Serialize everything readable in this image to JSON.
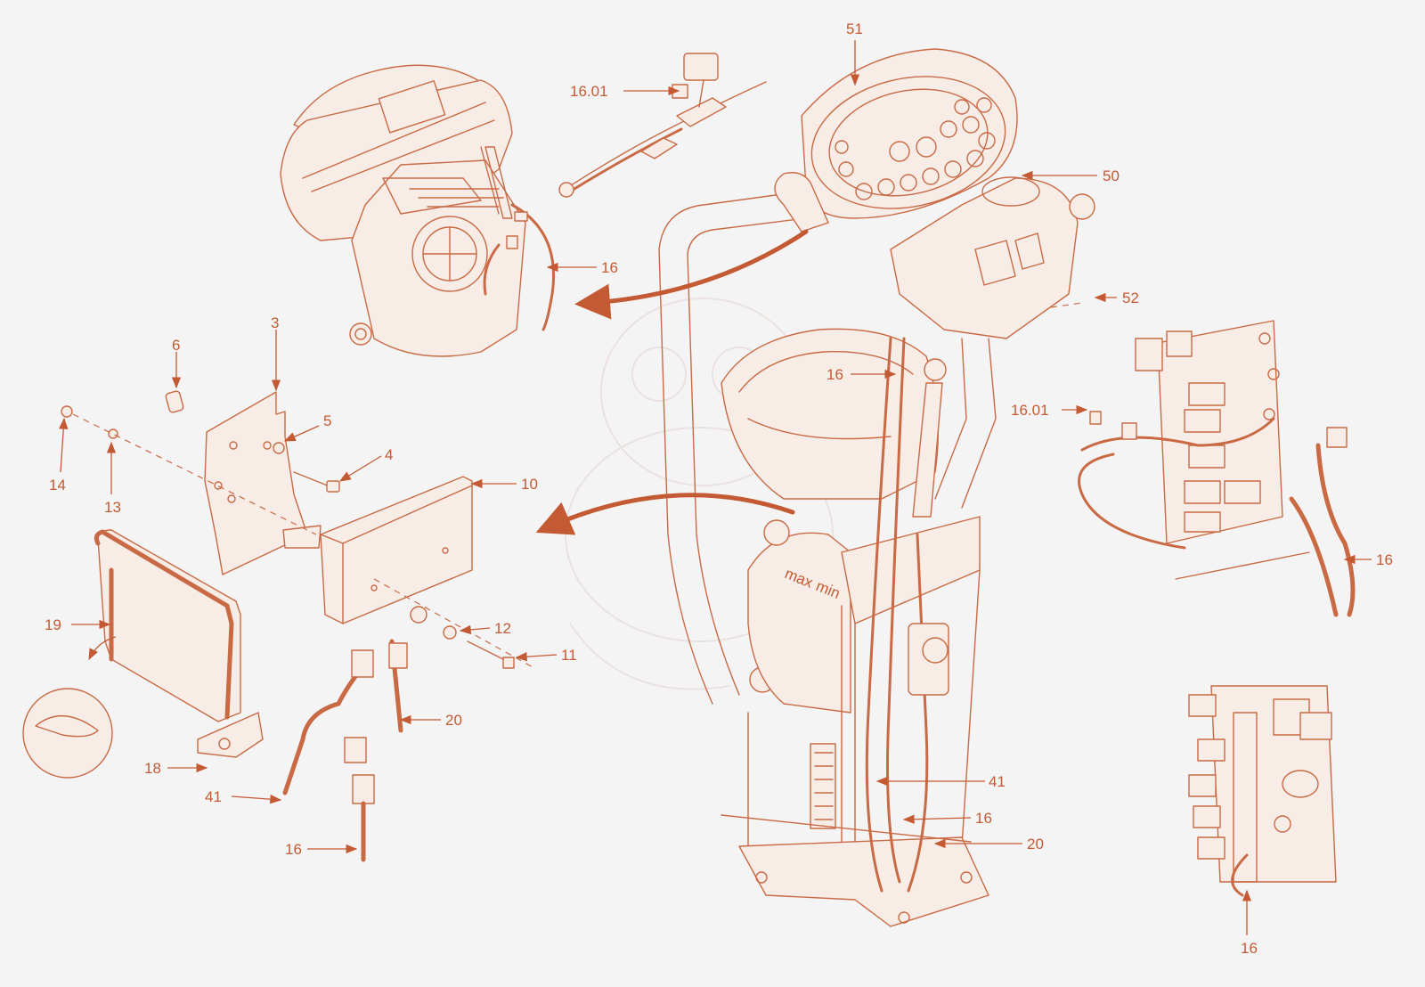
{
  "colors": {
    "line": "#c96a45",
    "label": "#c35a33",
    "background": "#f5f4f4"
  },
  "callouts": {
    "c51": "51",
    "c16_01_top": "16.01",
    "c50": "50",
    "c52": "52",
    "c16_top_mid": "16",
    "c16_center": "16",
    "c16_01_right": "16.01",
    "c16_right": "16",
    "c3": "3",
    "c6": "6",
    "c5": "5",
    "c4": "4",
    "c10": "10",
    "c14": "14",
    "c13": "13",
    "c19": "19",
    "c12": "12",
    "c11": "11",
    "c20_left": "20",
    "c18": "18",
    "c41_left": "41",
    "c16_left": "16",
    "c41_center": "41",
    "c16_lower": "16",
    "c20_center": "20",
    "c16_bottom": "16"
  },
  "panel_text": {
    "max": "max",
    "min": "min"
  }
}
